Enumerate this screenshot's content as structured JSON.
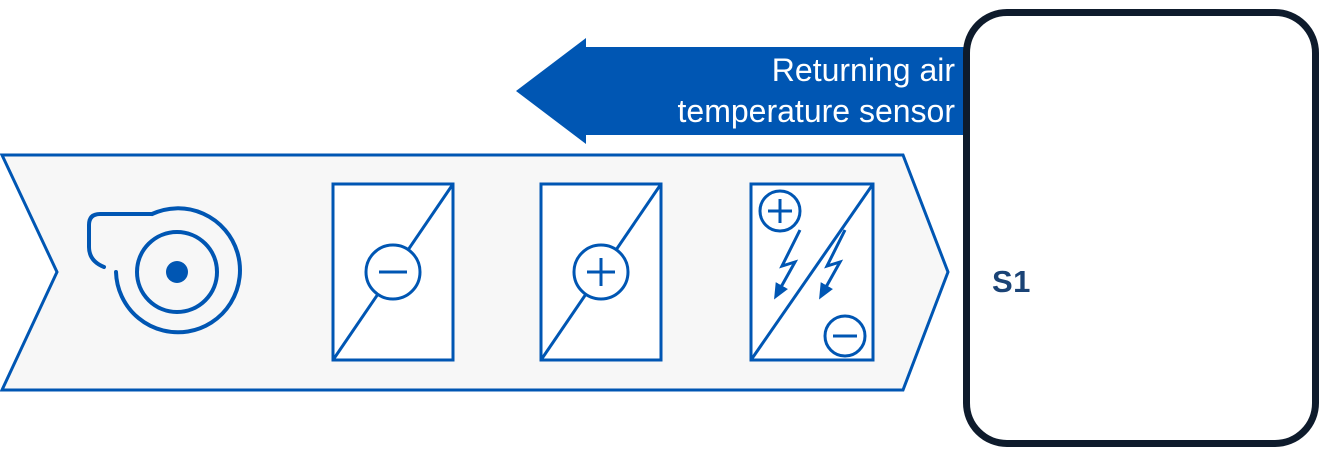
{
  "colors": {
    "accent_blue": "#0056b3",
    "band_fill": "#f7f7f7",
    "device_border": "#0e1b2c",
    "device_label_color": "#1a4376",
    "arrow_text_color": "#ffffff",
    "canvas_background": "#ffffff"
  },
  "arrow": {
    "label_line1": "Returning air",
    "label_line2": "temperature sensor"
  },
  "device": {
    "label": "S1"
  },
  "symbols": {
    "fan": {
      "icon": "fan-icon"
    },
    "cooling_coil": {
      "icon": "cooling-coil-icon",
      "sign": "−"
    },
    "heating_coil": {
      "icon": "heating-coil-icon",
      "sign": "+"
    },
    "electric_heater": {
      "icon": "electric-heater-icon",
      "sign_top": "+",
      "sign_bottom": "−"
    }
  }
}
